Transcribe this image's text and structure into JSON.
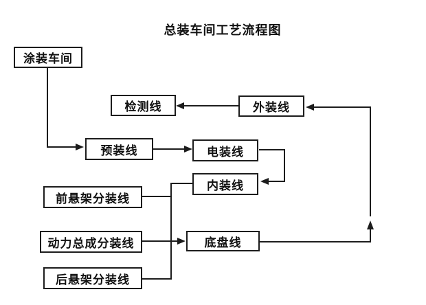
{
  "title": "总装车间工艺流程图",
  "diagram": {
    "type": "flowchart",
    "colors": {
      "line": "#1c1c1c",
      "background": "#ffffff",
      "text": "#111111"
    },
    "nodes": {
      "paint_shop": {
        "label": "涂装车间"
      },
      "inspection": {
        "label": "检测线"
      },
      "exterior": {
        "label": "外装线"
      },
      "preassembly": {
        "label": "预装线"
      },
      "electrical": {
        "label": "电装线"
      },
      "interior": {
        "label": "内装线"
      },
      "front_suspension": {
        "label": "前悬架分装线"
      },
      "powertrain": {
        "label": "动力总成分装线"
      },
      "chassis": {
        "label": "底盘线"
      },
      "rear_suspension": {
        "label": "后悬架分装线"
      }
    },
    "edges": [
      {
        "from": "涂装车间",
        "to": "预装线",
        "arrow": true
      },
      {
        "from": "预装线",
        "to": "电装线",
        "arrow": true
      },
      {
        "from": "电装线",
        "to": "内装线",
        "arrow": true
      },
      {
        "from": "底盘线",
        "to": "外装线",
        "arrow": true
      },
      {
        "from": "外装线",
        "to": "检测线",
        "arrow": true
      },
      {
        "from": "前悬架分装线",
        "to": "合流点",
        "arrow": false
      },
      {
        "from": "后悬架分装线",
        "to": "合流点",
        "arrow": false
      },
      {
        "from": "合流点",
        "to": "内装线",
        "arrow": false
      },
      {
        "from": "动力总成分装线",
        "to": "底盘线",
        "arrow": true
      }
    ]
  }
}
